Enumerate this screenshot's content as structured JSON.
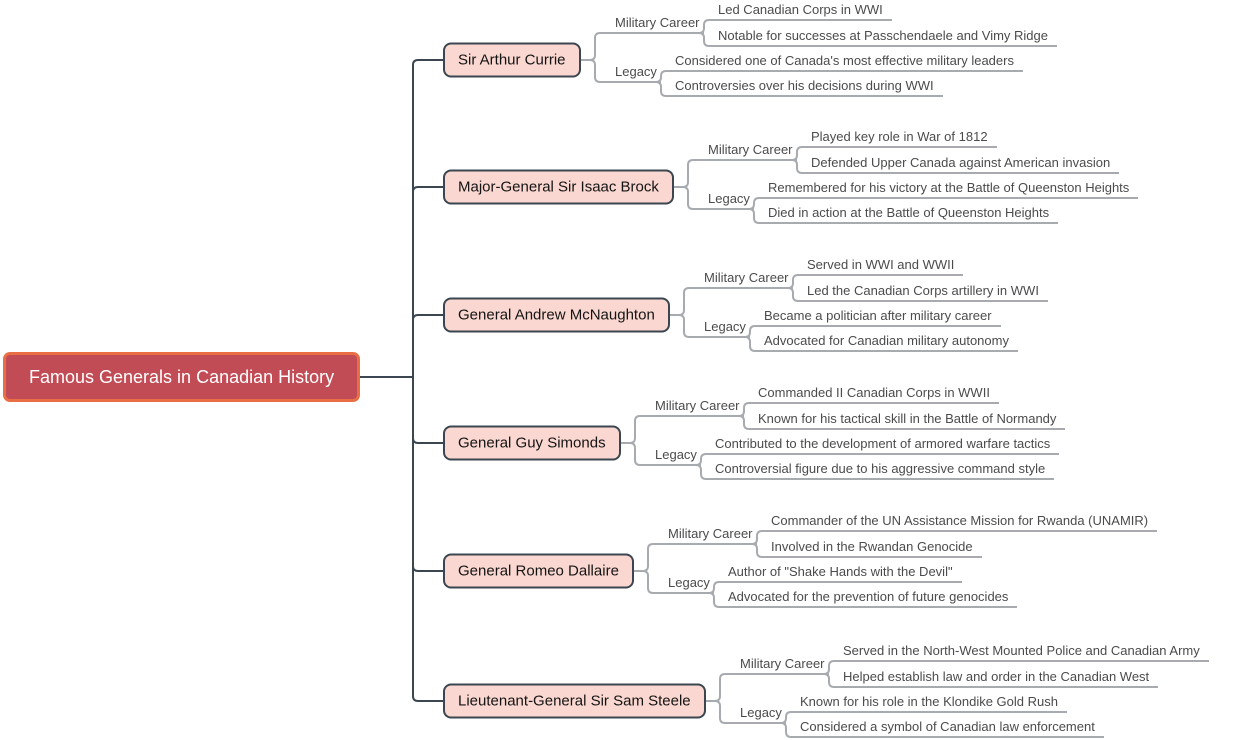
{
  "title": "Famous Generals in Canadian History",
  "root": {
    "label": "Famous Generals in Canadian History"
  },
  "branches": [
    {
      "name": "Sir Arthur Currie",
      "groups": [
        {
          "label": "Military Career",
          "items": [
            "Led Canadian Corps in WWI",
            "Notable for successes at Passchendaele and Vimy Ridge"
          ]
        },
        {
          "label": "Legacy",
          "items": [
            "Considered one of Canada's most effective military leaders",
            "Controversies over his decisions during WWI"
          ]
        }
      ]
    },
    {
      "name": "Major-General Sir Isaac Brock",
      "groups": [
        {
          "label": "Military Career",
          "items": [
            "Played key role in War of 1812",
            "Defended Upper Canada against American invasion"
          ]
        },
        {
          "label": "Legacy",
          "items": [
            "Remembered for his victory at the Battle of Queenston Heights",
            "Died in action at the Battle of Queenston Heights"
          ]
        }
      ]
    },
    {
      "name": "General Andrew McNaughton",
      "groups": [
        {
          "label": "Military Career",
          "items": [
            "Served in WWI and WWII",
            "Led the Canadian Corps artillery in WWI"
          ]
        },
        {
          "label": "Legacy",
          "items": [
            "Became a politician after military career",
            "Advocated for Canadian military autonomy"
          ]
        }
      ]
    },
    {
      "name": "General Guy Simonds",
      "groups": [
        {
          "label": "Military Career",
          "items": [
            "Commanded II Canadian Corps in WWII",
            "Known for his tactical skill in the Battle of Normandy"
          ]
        },
        {
          "label": "Legacy",
          "items": [
            "Contributed to the development of armored warfare tactics",
            "Controversial figure due to his aggressive command style"
          ]
        }
      ]
    },
    {
      "name": "General Romeo Dallaire",
      "groups": [
        {
          "label": "Military Career",
          "items": [
            "Commander of the UN Assistance Mission for Rwanda (UNAMIR)",
            "Involved in the Rwandan Genocide"
          ]
        },
        {
          "label": "Legacy",
          "items": [
            "Author of \"Shake Hands with the Devil\"",
            "Advocated for the prevention of future genocides"
          ]
        }
      ]
    },
    {
      "name": "Lieutenant-General Sir Sam Steele",
      "groups": [
        {
          "label": "Military Career",
          "items": [
            "Served in the North-West Mounted Police and Canadian Army",
            "Helped establish law and order in the Canadian West"
          ]
        },
        {
          "label": "Legacy",
          "items": [
            "Known for his role in the Klondike Gold Rush",
            "Considered a symbol of Canadian law enforcement"
          ]
        }
      ]
    }
  ],
  "colors": {
    "root_fill": "#C24C55",
    "root_border": "#E96E44",
    "node_fill": "#FAD7D0",
    "node_border": "#3B4650",
    "line_dark": "#3B4650",
    "line_gray": "#A7ABB0",
    "text_muted": "#4B4B4B"
  }
}
